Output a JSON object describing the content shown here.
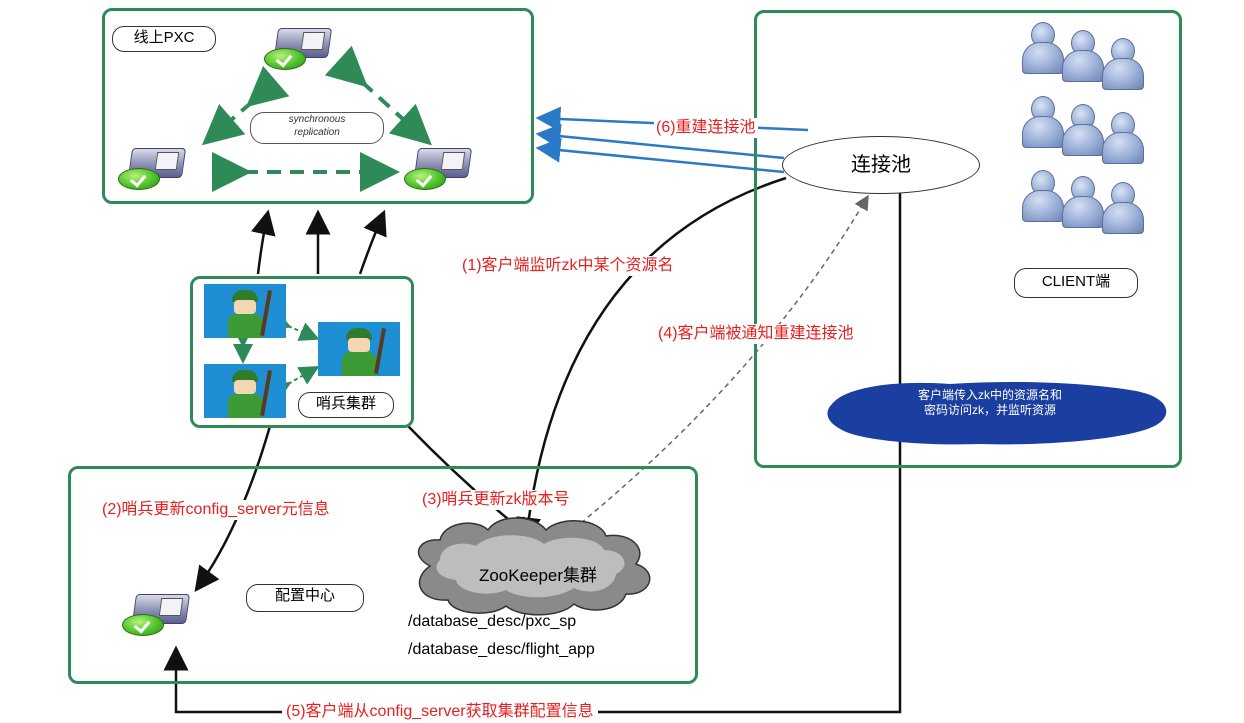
{
  "boxes": {
    "pxc_label": "线上PXC",
    "client_label": "CLIENT端",
    "sentinel_label": "哨兵集群",
    "config_label": "配置中心"
  },
  "pxc": {
    "sync_line1": "synchronous",
    "sync_line2": "replication"
  },
  "pool_label": "连接池",
  "zookeeper": {
    "cloud_label": "ZooKeeper集群",
    "path1": "/database_desc/pxc_sp",
    "path2": "/database_desc/flight_app"
  },
  "client_note": {
    "line1": "客户端传入zk中的资源名和",
    "line2": "密码访问zk，并监听资源"
  },
  "steps": {
    "s1": "(1)客户端监听zk中某个资源名",
    "s2": "(2)哨兵更新config_server元信息",
    "s3": "(3)哨兵更新zk版本号",
    "s4": "(4)客户端被通知重建连接池",
    "s5": "(5)客户端从config_server获取集群配置信息",
    "s6": "(6)重建连接池"
  },
  "colors": {
    "box_border": "#2e8b57",
    "step_text": "#e62020",
    "arrow_blue": "#2a7ac8",
    "arrow_green": "#2e8b57",
    "note_fill": "#1b3fa0"
  }
}
